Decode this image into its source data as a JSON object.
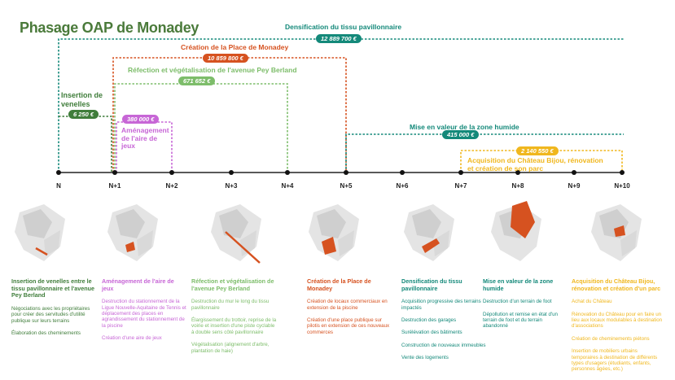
{
  "title": "Phasage OAP de Monadey",
  "colors": {
    "dark_green": "#3f7d3a",
    "red": "#d65220",
    "light_green": "#7dbd6a",
    "pink": "#c766d6",
    "teal": "#14897a",
    "yellow": "#f0b71e"
  },
  "timeline": {
    "ticks": [
      "N",
      "N+1",
      "N+2",
      "N+3",
      "N+4",
      "N+5",
      "N+6",
      "N+7",
      "N+8",
      "N+9",
      "N+10"
    ]
  },
  "phases": {
    "densification": {
      "label": "Densification du tissu pavillonnaire",
      "amount": "12 889 700 €"
    },
    "place": {
      "label": "Création de la Place de Monadey",
      "amount": "10 859 800 €"
    },
    "avenue": {
      "label": "Réfection et végétalisation de l'avenue Pey Berland",
      "amount": "671 652 €"
    },
    "venelles": {
      "label_line1": "Insertion de",
      "label_line2": "venelles",
      "amount": "6 250 €"
    },
    "aire": {
      "amount": "380 000 €",
      "label_line1": "Aménagement",
      "label_line2": "de l'aire de",
      "label_line3": "jeux"
    },
    "zone": {
      "label": "Mise en valeur de la zone humide",
      "amount": "415 000 €"
    },
    "chateau": {
      "amount": "2 140 550 €",
      "label_line1": "Acquisition du Château Bijou, rénovation",
      "label_line2": "et création de son parc"
    }
  },
  "columns": [
    {
      "title": "Insertion de venelles entre le tissu pavillonnaire et l'avenue Pey Berland",
      "items": [
        "Négociations avec les propriétaires pour créer des servitudes d'utilité publique sur leurs terrains",
        "Élaboration des cheminements"
      ]
    },
    {
      "title": "Aménagement de l'aire de jeux",
      "items": [
        "Destruction du stationnement de la Ligue Nouvelle-Aquitaine de Tennis et déplacement des places en agrandissement du stationnement de la piscine",
        "Création d'une aire de jeux"
      ]
    },
    {
      "title": "Réfection et végétalisation de l'avenue Pey Berland",
      "items": [
        "Destruction du mur le long du tissu pavillonnaire",
        "Élargissement du trottoir, reprise de la voirie et insertion d'une piste cyclable à double sens côté pavillonnaire",
        "Végétalisation (alignement d'arbre, plantation de haie)"
      ]
    },
    {
      "title": "Création de la Place de Monadey",
      "items": [
        "Création de locaux commerciaux en extension de la piscine",
        "Création d'une place publique sur pilotis en extension de ces nouveaux commerces"
      ]
    },
    {
      "title": "Densification du tissu pavillonnaire",
      "items": [
        "Acquisition progressive des terrains impactés",
        "Destruction des garages",
        "Surélévation des bâtiments",
        "Construction de nouveaux immeubles",
        "Vente des logements"
      ]
    },
    {
      "title": "Mise en valeur de la zone humide",
      "items": [
        "Destruction d'un terrain de foot",
        "Dépollution et remise en état d'un terrain de foot et du terrain abandonné"
      ]
    },
    {
      "title": "Acquisition du Château Bijou, rénovation et création d'un parc",
      "items": [
        "Achat du Château",
        "Rénovation du Château pour en faire un lieu aux locaux modulables à destination d'associations",
        "Création de cheminements piétons",
        "Insertion de mobiliers urbains temporaires à destination de différents types d'usagers (étudiants, enfants, personnes âgées, etc.)"
      ]
    }
  ]
}
